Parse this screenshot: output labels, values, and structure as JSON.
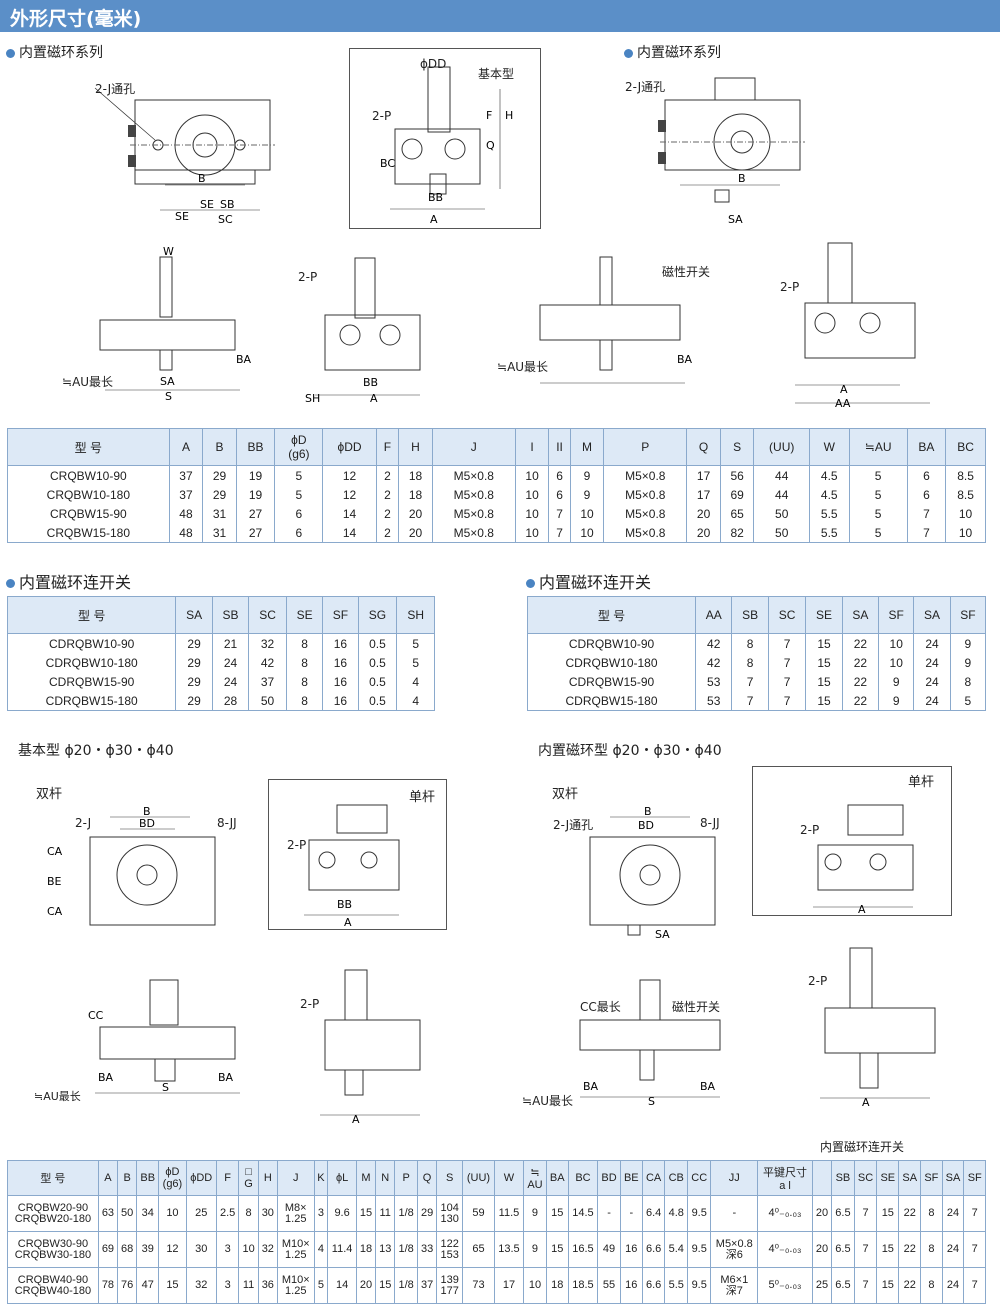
{
  "title": "外形尺寸(毫米)",
  "sections": {
    "s1": "内置磁环系列",
    "s2": "内置磁环系列",
    "s3": "内置磁环连开关",
    "s4": "内置磁环连开关",
    "s5": "基本型 ϕ20・ϕ30・ϕ40",
    "s6": "内置磁环型 ϕ20・ϕ30・ϕ40"
  },
  "labels": {
    "basic_type": "基本型",
    "j_hole": "2-J通孔",
    "p2": "2-P",
    "double_rod": "双杆",
    "single_rod": "单杆",
    "mag_switch": "磁性开关",
    "au_long": "≒AU最长",
    "cc_long": "CC最长",
    "j2": "2-J",
    "jj8": "8-JJ",
    "mag_with_switch": "内置磁环连开关",
    "phi_dd": "ϕDD",
    "phi_d": "ϕD"
  },
  "table1": {
    "headers": [
      "型 号",
      "A",
      "B",
      "BB",
      "ϕD\n(g6)",
      "ϕDD",
      "F",
      "H",
      "J",
      "I",
      "II",
      "M",
      "P",
      "Q",
      "S",
      "(UU)",
      "W",
      "≒AU",
      "BA",
      "BC"
    ],
    "rows": [
      [
        "CRQBW10-90",
        "37",
        "29",
        "19",
        "5",
        "12",
        "2",
        "18",
        "M5×0.8",
        "10",
        "6",
        "9",
        "M5×0.8",
        "17",
        "56",
        "44",
        "4.5",
        "5",
        "6",
        "8.5"
      ],
      [
        "CRQBW10-180",
        "37",
        "29",
        "19",
        "5",
        "12",
        "2",
        "18",
        "M5×0.8",
        "10",
        "6",
        "9",
        "M5×0.8",
        "17",
        "69",
        "44",
        "4.5",
        "5",
        "6",
        "8.5"
      ],
      [
        "CRQBW15-90",
        "48",
        "31",
        "27",
        "6",
        "14",
        "2",
        "20",
        "M5×0.8",
        "10",
        "7",
        "10",
        "M5×0.8",
        "20",
        "65",
        "50",
        "5.5",
        "5",
        "7",
        "10"
      ],
      [
        "CRQBW15-180",
        "48",
        "31",
        "27",
        "6",
        "14",
        "2",
        "20",
        "M5×0.8",
        "10",
        "7",
        "10",
        "M5×0.8",
        "20",
        "82",
        "50",
        "5.5",
        "5",
        "7",
        "10"
      ]
    ]
  },
  "table2": {
    "headers": [
      "型 号",
      "SA",
      "SB",
      "SC",
      "SE",
      "SF",
      "SG",
      "SH"
    ],
    "rows": [
      [
        "CDRQBW10-90",
        "29",
        "21",
        "32",
        "8",
        "16",
        "0.5",
        "5"
      ],
      [
        "CDRQBW10-180",
        "29",
        "24",
        "42",
        "8",
        "16",
        "0.5",
        "5"
      ],
      [
        "CDRQBW15-90",
        "29",
        "24",
        "37",
        "8",
        "16",
        "0.5",
        "4"
      ],
      [
        "CDRQBW15-180",
        "29",
        "28",
        "50",
        "8",
        "16",
        "0.5",
        "4"
      ]
    ]
  },
  "table3": {
    "headers": [
      "型 号",
      "AA",
      "SB",
      "SC",
      "SE",
      "SA",
      "SF",
      "SA",
      "SF"
    ],
    "rows": [
      [
        "CDRQBW10-90",
        "42",
        "8",
        "7",
        "15",
        "22",
        "10",
        "24",
        "9"
      ],
      [
        "CDRQBW10-180",
        "42",
        "8",
        "7",
        "15",
        "22",
        "10",
        "24",
        "9"
      ],
      [
        "CDRQBW15-90",
        "53",
        "7",
        "7",
        "15",
        "22",
        "9",
        "24",
        "8"
      ],
      [
        "CDRQBW15-180",
        "53",
        "7",
        "7",
        "15",
        "22",
        "9",
        "24",
        "5"
      ]
    ]
  },
  "table4": {
    "headers": [
      "型 号",
      "A",
      "B",
      "BB",
      "ϕD\n(g6)",
      "ϕDD",
      "F",
      "□\nG",
      "H",
      "J",
      "K",
      "ϕL",
      "M",
      "N",
      "P",
      "Q",
      "S",
      "(UU)",
      "W",
      "≒\nAU",
      "BA",
      "BC",
      "BD",
      "BE",
      "CA",
      "CB",
      "CC",
      "JJ",
      "平键尺寸\na  l",
      "",
      "SB",
      "SC",
      "SE",
      "SA",
      "SF",
      "SA",
      "SF"
    ],
    "rows": [
      [
        "CRQBW20-90\nCRQBW20-180",
        "63",
        "50",
        "34",
        "10",
        "25",
        "2.5",
        "8",
        "30",
        "M8×\n1.25",
        "3",
        "9.6",
        "15",
        "11",
        "1/8",
        "29",
        "104\n130",
        "59",
        "11.5",
        "9",
        "15",
        "14.5",
        "-",
        "-",
        "6.4",
        "4.8",
        "9.5",
        "-",
        "4⁰₋₀.₀₃",
        "20",
        "6.5",
        "7",
        "15",
        "22",
        "8",
        "24",
        "7"
      ],
      [
        "CRQBW30-90\nCRQBW30-180",
        "69",
        "68",
        "39",
        "12",
        "30",
        "3",
        "10",
        "32",
        "M10×\n1.25",
        "4",
        "11.4",
        "18",
        "13",
        "1/8",
        "33",
        "122\n153",
        "65",
        "13.5",
        "9",
        "15",
        "16.5",
        "49",
        "16",
        "6.6",
        "5.4",
        "9.5",
        "M5×0.8\n深6",
        "4⁰₋₀.₀₃",
        "20",
        "6.5",
        "7",
        "15",
        "22",
        "8",
        "24",
        "7"
      ],
      [
        "CRQBW40-90\nCRQBW40-180",
        "78",
        "76",
        "47",
        "15",
        "32",
        "3",
        "11",
        "36",
        "M10×\n1.25",
        "5",
        "14",
        "20",
        "15",
        "1/8",
        "37",
        "139\n177",
        "73",
        "17",
        "10",
        "18",
        "18.5",
        "55",
        "16",
        "6.6",
        "5.5",
        "9.5",
        "M6×1\n深7",
        "5⁰₋₀.₀₃",
        "25",
        "6.5",
        "7",
        "15",
        "22",
        "8",
        "24",
        "7"
      ]
    ]
  }
}
